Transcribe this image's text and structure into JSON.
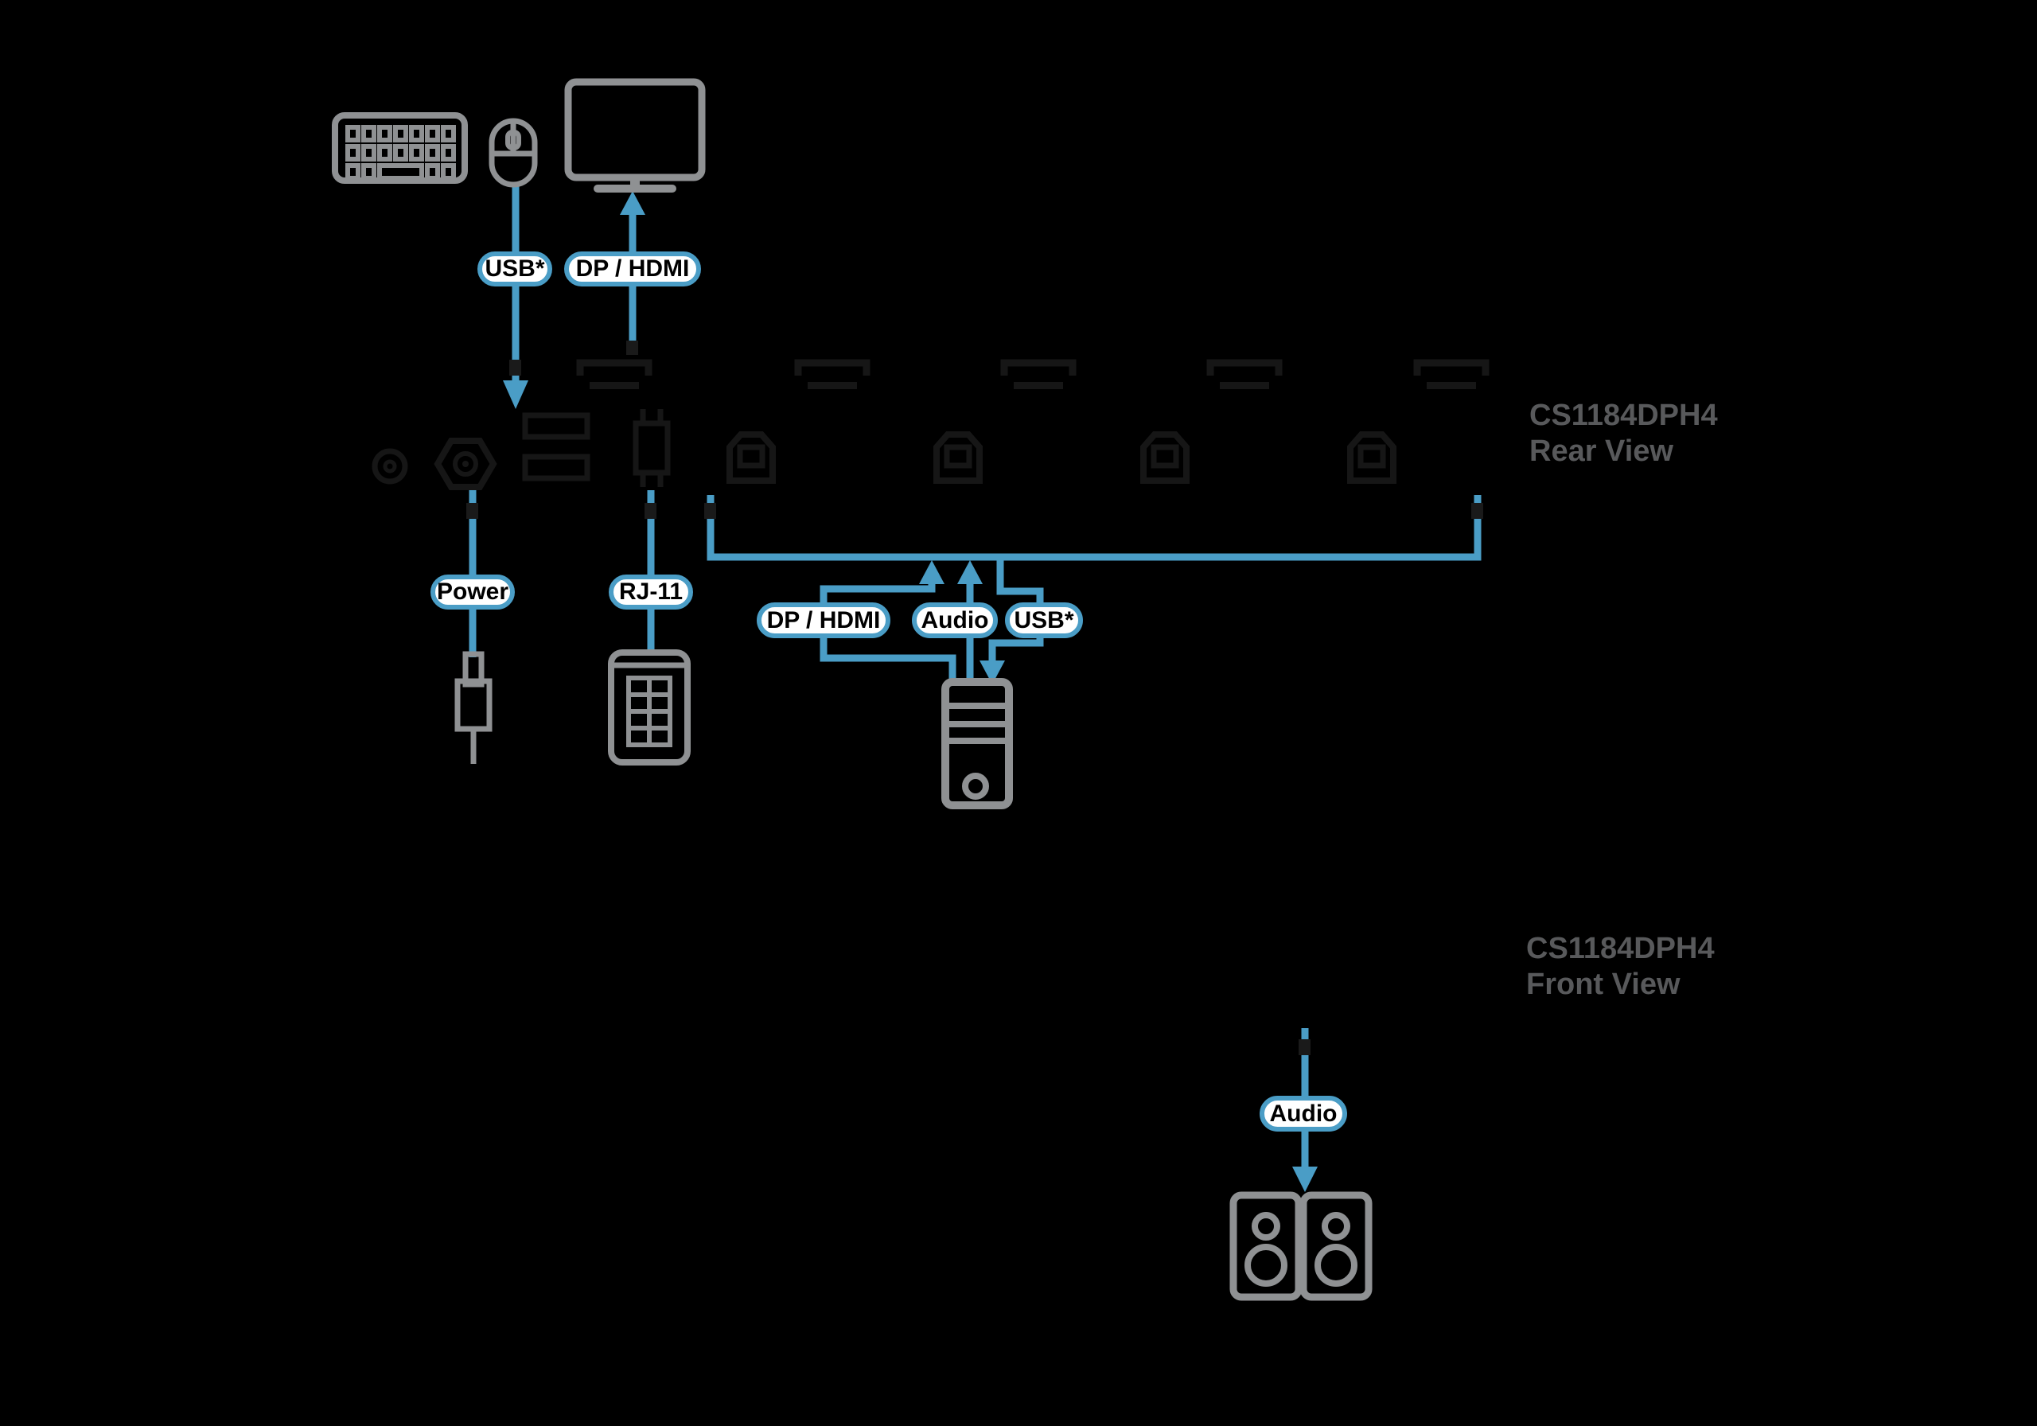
{
  "diagram": {
    "device_model": "CS1184DPH4",
    "background_color": "#000000",
    "colors": {
      "cable_blue": "#4A9DC6",
      "pill_border_blue": "#4A9DC6",
      "pill_background": "#FFFFFF",
      "pill_text": "#000000",
      "icon_gray": "#8F9193",
      "rear_port_dark": "#161616",
      "title_gray": "#58595B"
    },
    "connection_labels": {
      "console_usb": "USB*",
      "console_display": "DP / HDMI",
      "power": "Power",
      "rj11": "RJ-11",
      "computer_display": "DP / HDMI",
      "computer_audio": "Audio",
      "computer_usb": "USB*",
      "front_audio": "Audio"
    },
    "titles": {
      "rear": {
        "model": "CS1184DPH4",
        "view": "Rear View"
      },
      "front": {
        "model": "CS1184DPH4",
        "view": "Front View"
      }
    },
    "icons": [
      "keyboard-icon",
      "mouse-icon",
      "monitor-icon",
      "dc-power-plug-icon",
      "rj11-remote-keypad-icon",
      "computer-tower-icon",
      "speakers-icon",
      "rear-panel-ports"
    ]
  }
}
